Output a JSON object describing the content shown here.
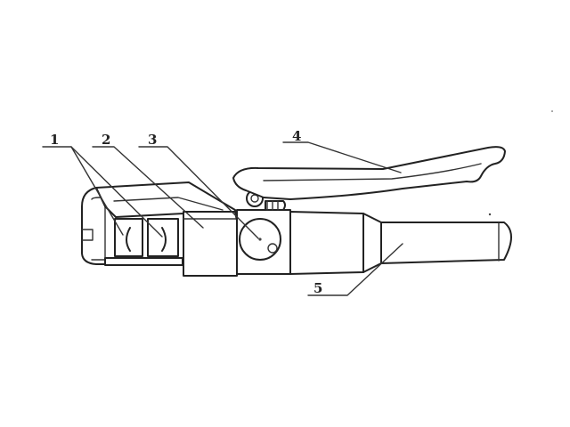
{
  "callouts": [
    {
      "id": "1",
      "label": "1"
    },
    {
      "id": "2",
      "label": "2"
    },
    {
      "id": "3",
      "label": "3"
    },
    {
      "id": "4",
      "label": "4"
    },
    {
      "id": "5",
      "label": "5"
    }
  ],
  "colors": {
    "ink": "#222222",
    "paper": "#ffffff"
  }
}
